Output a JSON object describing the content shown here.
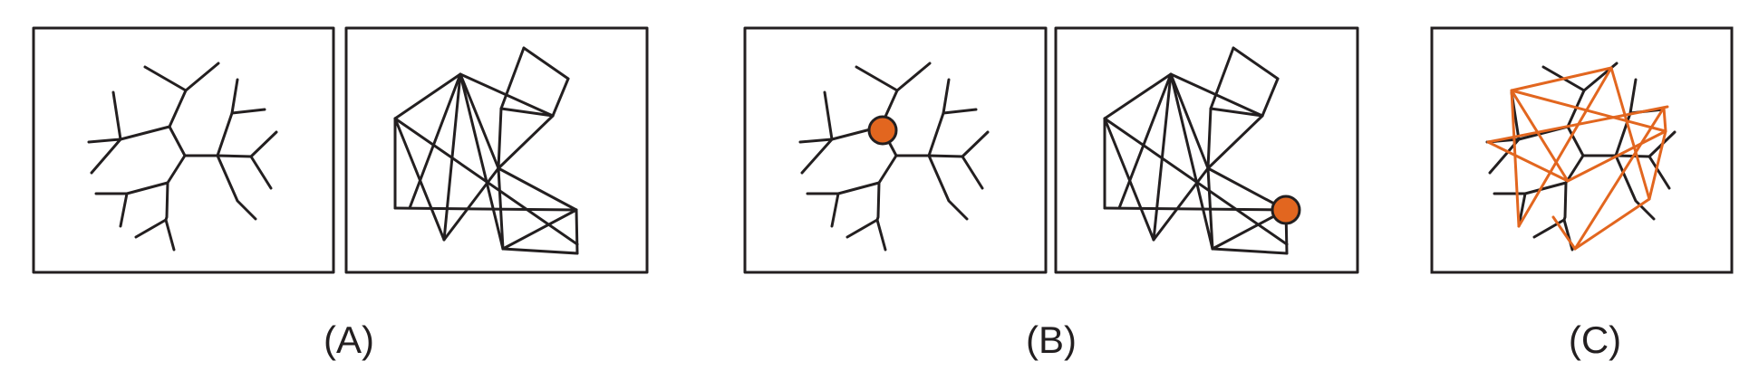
{
  "labels": {
    "a": "(A)",
    "b": "(B)",
    "c": "(C)"
  },
  "colors": {
    "stroke": "#231f20",
    "highlight": "#e2661f",
    "background": "#ffffff"
  }
}
